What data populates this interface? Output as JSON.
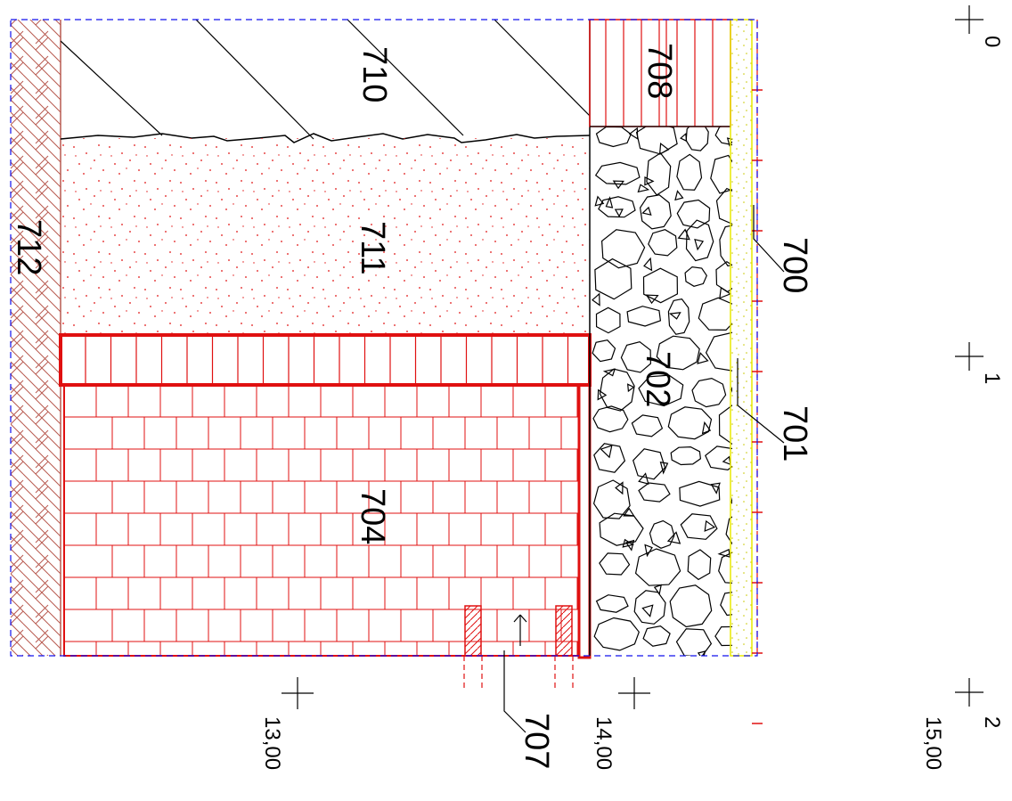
{
  "drawing": {
    "layer_labels": {
      "l700": "700",
      "l701": "701",
      "l702": "702",
      "l704": "704",
      "l707": "707",
      "l708": "708",
      "l710": "710",
      "l711": "711",
      "l712": "712"
    },
    "grid_labels": {
      "g0": "0",
      "g1": "1",
      "g2": "2"
    },
    "scale_labels": {
      "s13": "13,00",
      "s14": "14,00",
      "s15": "15,00"
    }
  },
  "colors": {
    "brick": "#e01010",
    "hatch_brown": "#b85a50",
    "border_blue": "#1010ee",
    "sand_yellow": "#e8e800",
    "line": "#000000"
  }
}
